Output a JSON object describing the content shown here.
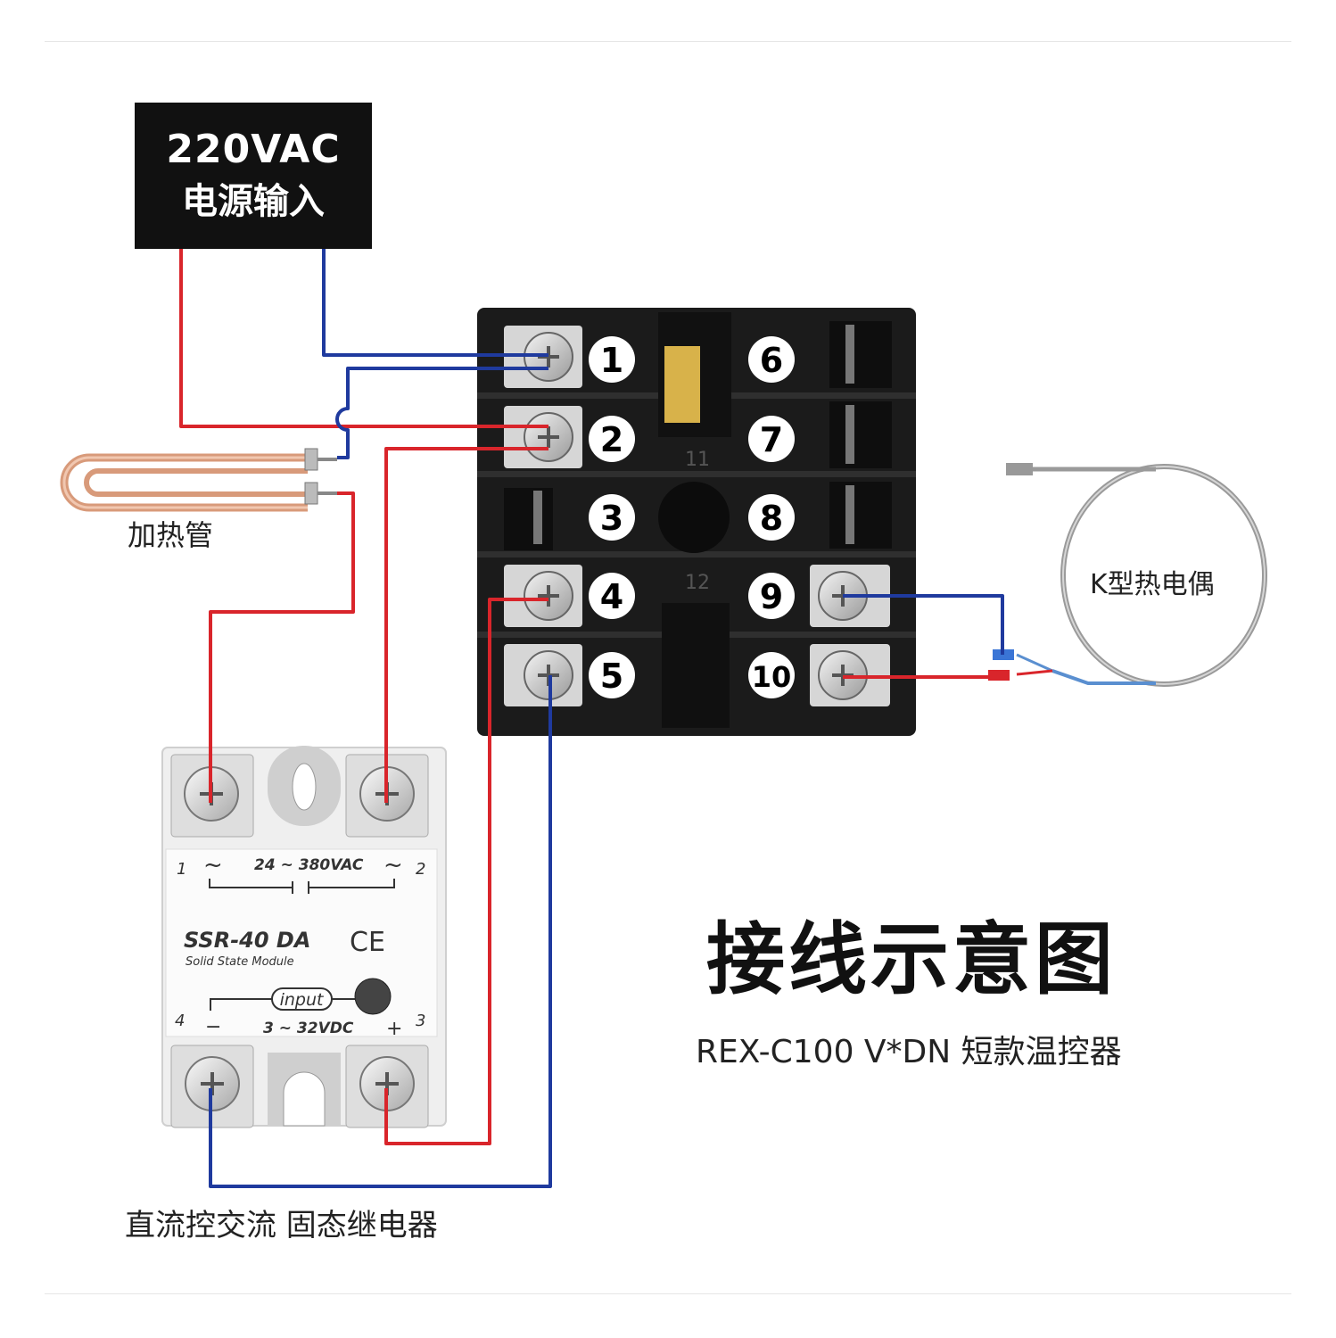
{
  "power_input": {
    "line1": "220VAC",
    "line2": "电源输入"
  },
  "heater": {
    "label": "加热管"
  },
  "thermocouple": {
    "label": "K型热电偶"
  },
  "controller": {
    "terminals_left": [
      "1",
      "2",
      "3",
      "4",
      "5"
    ],
    "terminals_right": [
      "6",
      "7",
      "8",
      "9",
      "10"
    ],
    "markings": [
      "11",
      "12"
    ]
  },
  "ssr": {
    "label": "直流控交流 固态继电器",
    "ac_range": "24 ~ 380VAC",
    "dc_range": "3 ~ 32VDC",
    "input_text": "input",
    "model_text": "SSR-40 DA",
    "module_text": "Solid State Module",
    "ce_mark": "CE",
    "pin1": "1",
    "pin2": "2",
    "pin3": "3",
    "pin4": "4",
    "minus": "−",
    "plus": "+",
    "tilde": "~"
  },
  "title": "接线示意图",
  "subtitle": "REX-C100 V*DN 短款温控器",
  "colors": {
    "wire_red": "#d9252b",
    "wire_blue": "#1f3a9e",
    "controller_body": "#1b1b1b",
    "ssr_body": "#efefef"
  }
}
